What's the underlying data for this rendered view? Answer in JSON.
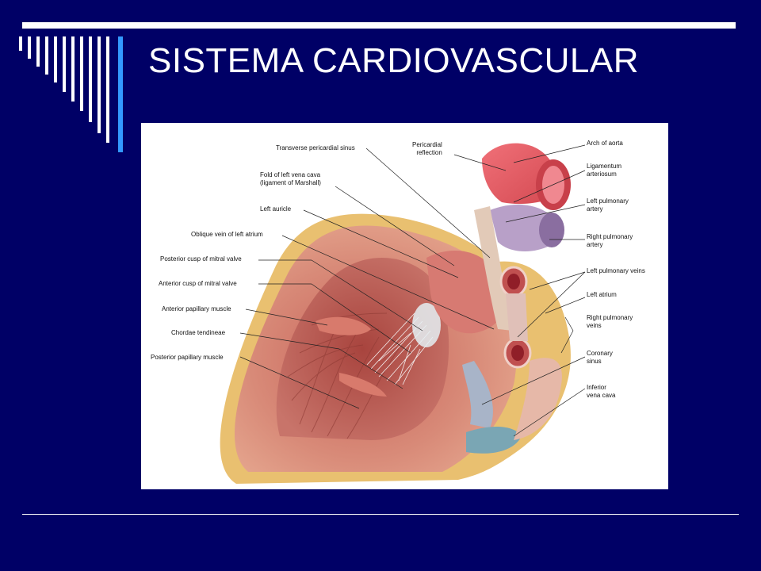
{
  "slide": {
    "title": "SISTEMA CARDIOVASCULAR"
  },
  "colors": {
    "background": "#000066",
    "title": "#ffffff",
    "accent_bar": "#3399ff"
  },
  "figure": {
    "labels_left": [
      "Transverse pericardial sinus",
      "Fold of left vena cava\n(ligament of Marshall)",
      "Left auricle",
      "Oblique vein of left atrium",
      "Posterior cusp of mitral valve",
      "Anterior cusp of mitral valve",
      "Anterior papillary muscle",
      "Chordae tendineae",
      "Posterior papillary muscle"
    ],
    "label_top": "Pericardial\nreflection",
    "labels_right": [
      "Arch of aorta",
      "Ligamentum\narteriosum",
      "Left pulmonary\nartery",
      "Right pulmonary\nartery",
      "Left pulmonary veins",
      "Left atrium",
      "Right pulmonary\nveins",
      "Coronary\nsinus",
      "Inferior\nvena cava"
    ]
  }
}
